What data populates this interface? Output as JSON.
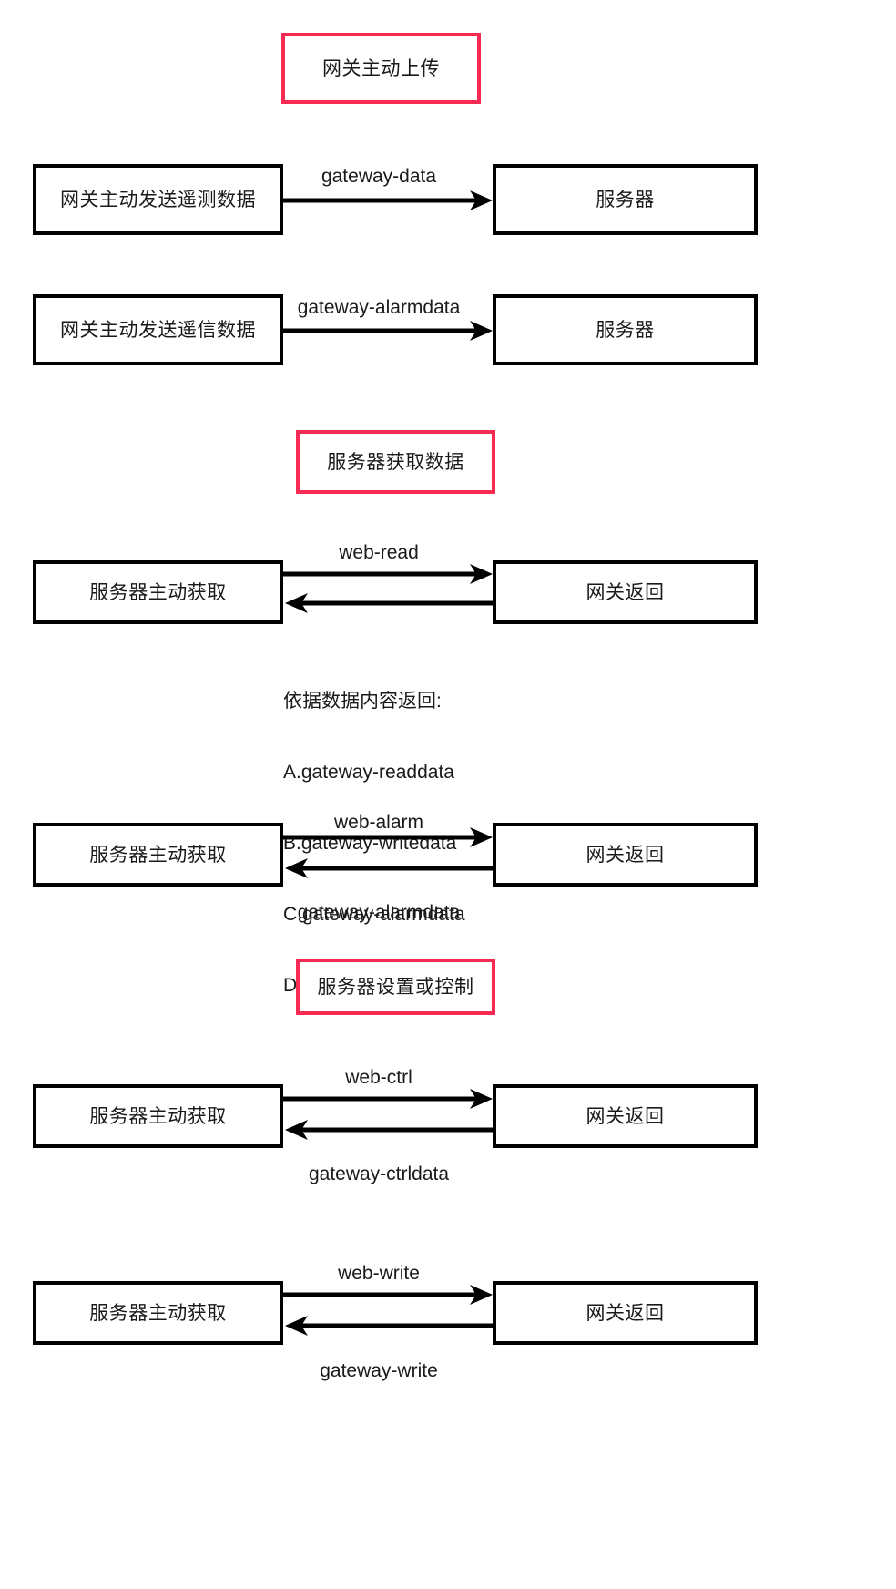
{
  "diagram": {
    "title_sections": [
      {
        "id": "gateway-upload",
        "label": "网关主动上传"
      },
      {
        "id": "server-fetch",
        "label": "服务器获取数据"
      },
      {
        "id": "server-set-control",
        "label": "服务器设置或控制"
      }
    ],
    "flows": [
      {
        "id": "telemetry-upload",
        "left_label": "网关主动发送遥测数据",
        "right_label": "服务器",
        "top_label": "gateway-data",
        "bottom_label": "",
        "direction": "one-way"
      },
      {
        "id": "telesignal-upload",
        "left_label": "网关主动发送遥信数据",
        "right_label": "服务器",
        "top_label": "gateway-alarmdata",
        "bottom_label": "",
        "direction": "one-way"
      },
      {
        "id": "web-read",
        "left_label": "服务器主动获取",
        "right_label": "网关返回",
        "top_label": "web-read",
        "bottom_label": "",
        "direction": "two-way"
      },
      {
        "id": "web-alarm",
        "left_label": "服务器主动获取",
        "right_label": "网关返回",
        "top_label": "web-alarm",
        "bottom_label": "gateway-alarmdata",
        "direction": "two-way"
      },
      {
        "id": "web-ctrl",
        "left_label": "服务器主动获取",
        "right_label": "网关返回",
        "top_label": "web-ctrl",
        "bottom_label": "gateway-ctrldata",
        "direction": "two-way"
      },
      {
        "id": "web-write",
        "left_label": "服务器主动获取",
        "right_label": "网关返回",
        "top_label": "web-write",
        "bottom_label": "gateway-write",
        "direction": "two-way"
      }
    ],
    "return_note": {
      "heading": "依据数据内容返回:",
      "items": [
        "A.gateway-readdata",
        "B.gateway-writedata",
        "C.gateway-alarmdata",
        "D.gateway-ctrldata"
      ]
    },
    "colors": {
      "accent": "#F72A53",
      "stroke": "#000000",
      "text": "#1a1a1a",
      "background": "#ffffff"
    }
  }
}
